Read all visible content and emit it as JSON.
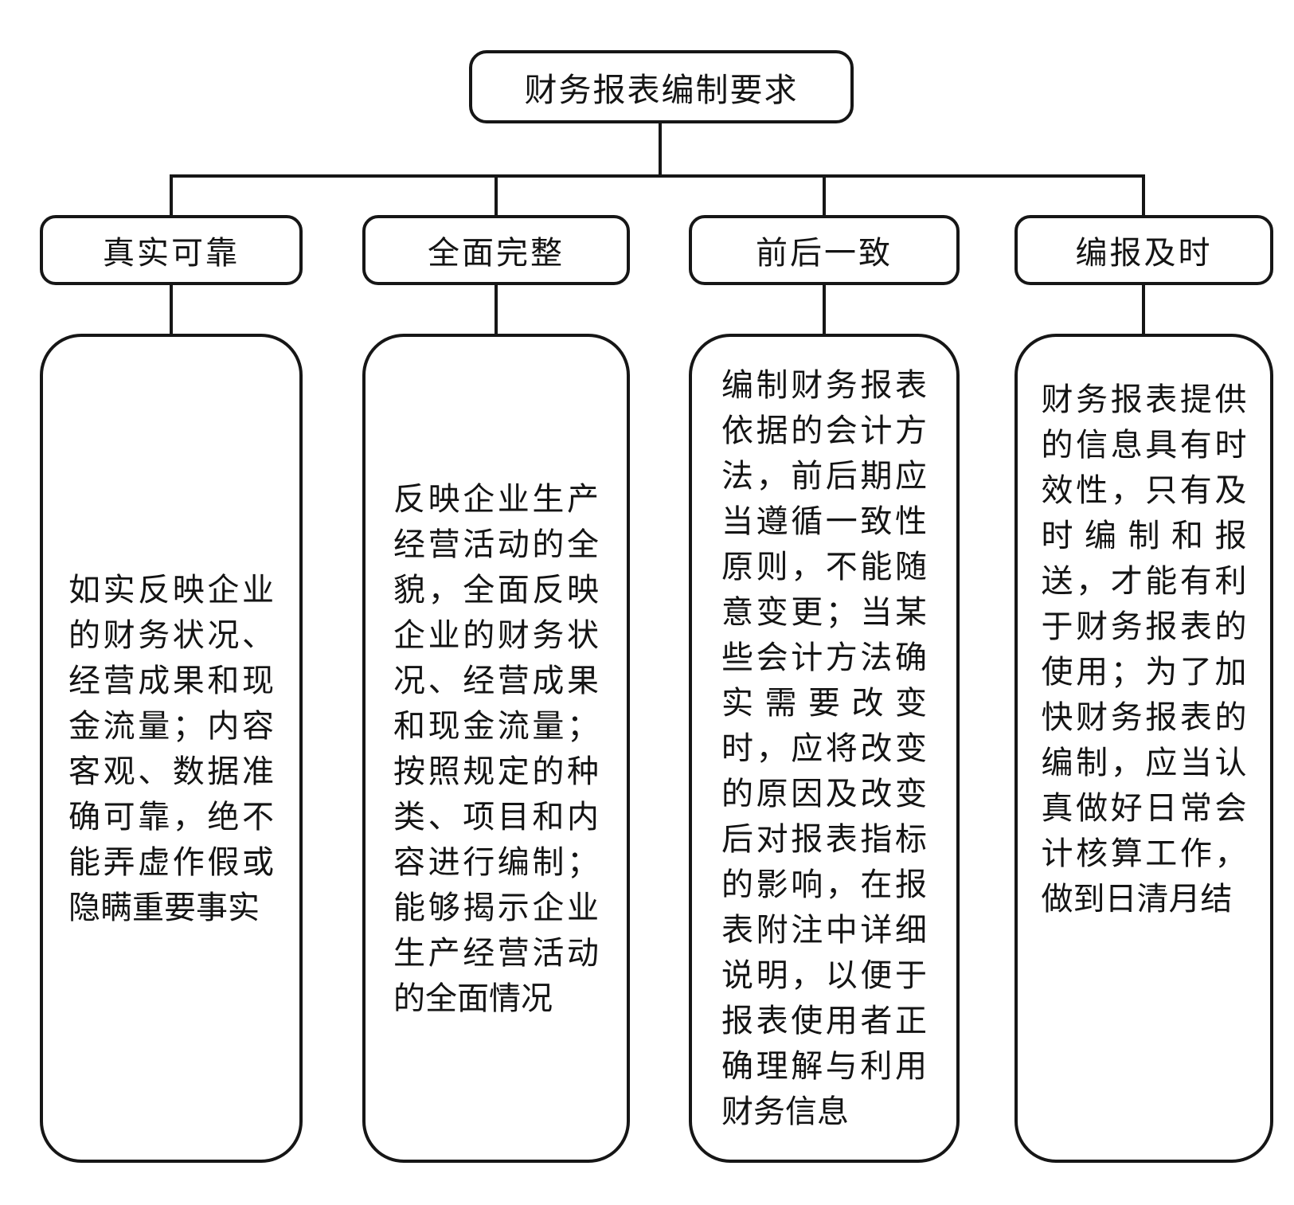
{
  "diagram": {
    "root_label": "财务报表编制要求",
    "branches": [
      {
        "title": "真实可靠",
        "detail": "如实反映企业的财务状况、经营成果和现金流量；内容客观、数据准确可靠，绝不能弄虚作假或隐瞒重要事实"
      },
      {
        "title": "全面完整",
        "detail": "反映企业生产经营活动的全貌，全面反映企业的财务状况、经营成果和现金流量；按照规定的种类、项目和内容进行编制；能够揭示企业生产经营活动的全面情况"
      },
      {
        "title": "前后一致",
        "detail": "编制财务报表依据的会计方法，前后期应当遵循一致性原则，不能随意变更；当某些会计方法确实需要改变时，应将改变的原因及改变后对报表指标的影响，在报表附注中详细说明，以便于报表使用者正确理解与利用财务信息"
      },
      {
        "title": "编报及时",
        "detail": "财务报表提供的信息具有时效性，只有及时编制和报送，才能有利于财务报表的使用；为了加快财务报表的编制，应当认真做好日常会计核算工作，做到日清月结"
      }
    ],
    "colors": {
      "line": "#161616",
      "background": "#ffffff"
    }
  }
}
